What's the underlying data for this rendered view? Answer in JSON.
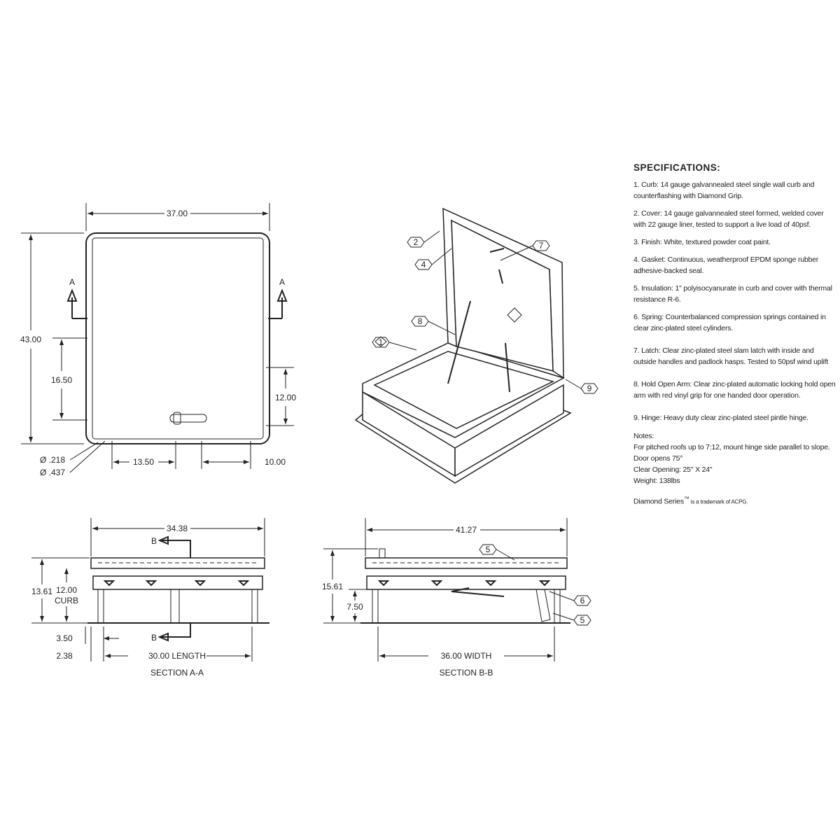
{
  "top_view": {
    "dim_width": "37.00",
    "dim_height": "43.00",
    "dim_16_50": "16.50",
    "dim_12_00": "12.00",
    "dim_13_50": "13.50",
    "dim_10_00": "10.00",
    "hole_small": "Ø .218",
    "hole_large": "Ø .437",
    "section_marker": "A"
  },
  "iso_view": {
    "callouts": [
      "1",
      "2",
      "4",
      "7",
      "8",
      "9"
    ]
  },
  "section_a": {
    "dim_width": "34.38",
    "dim_height": "13.61",
    "dim_curb_value": "12.00",
    "dim_curb_label": "CURB",
    "dim_3_50": "3.50",
    "dim_2_38": "2.38",
    "dim_length": "30.00 LENGTH",
    "section_marker": "B",
    "title": "SECTION A-A"
  },
  "section_b": {
    "dim_width": "41.27",
    "dim_height": "15.61",
    "dim_7_50": "7.50",
    "dim_inner": "36.00 WIDTH",
    "callouts": [
      "5",
      "6",
      "5"
    ],
    "title": "SECTION B-B"
  },
  "specs": {
    "heading": "SPECIFICATIONS:",
    "items": [
      "1. Curb:  14 gauge galvannealed steel single wall curb and counterflashing with Diamond Grip.",
      "2. Cover: 14 gauge galvannealed steel formed, welded cover with 22 gauge liner, tested to support a live load of 40psf.",
      "3. Finish: White, textured powder coat paint.",
      "4. Gasket: Continuous, weatherproof EPDM sponge rubber adhesive-backed seal.",
      "5. Insulation: 1\" polyisocyanurate in curb and cover with thermal resistance R-6.",
      "6. Spring: Counterbalanced compression springs contained in clear zinc-plated steel cylinders.",
      "7. Latch: Clear zinc-plated steel slam latch with inside and outside handles and padlock hasps.  Tested to 50psf wind uplift",
      "8. Hold Open Arm: Clear zinc-plated automatic locking hold open arm with red vinyl grip for one handed door operation.",
      "9. Hinge: Heavy duty clear zinc-plated steel pintle hinge."
    ],
    "notes_heading": "Notes:",
    "notes": [
      "For pitched roofs up to 7:12, mount hinge side parallel to slope.",
      "Door opens 75°",
      "Clear Opening: 25\" X 24\"",
      "Weight:  138lbs"
    ],
    "trademark_name": "Diamond Series",
    "trademark_symbol": "™",
    "trademark_text": " is a trademark of ACPG."
  }
}
